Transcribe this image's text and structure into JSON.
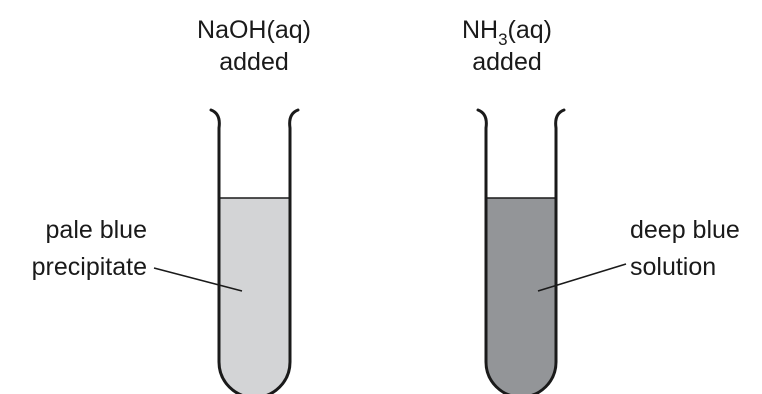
{
  "left_tube": {
    "reagent": "NaOH(aq)",
    "reagent_line2": "added",
    "observation_line1": "pale blue",
    "observation_line2": "precipitate",
    "fill_color": "#d3d4d6"
  },
  "right_tube": {
    "reagent_main": "NH",
    "reagent_subscript": "3",
    "reagent_suffix": "(aq)",
    "reagent_line2": "added",
    "observation_line1": "deep blue",
    "observation_line2": "solution",
    "fill_color": "#939598"
  }
}
